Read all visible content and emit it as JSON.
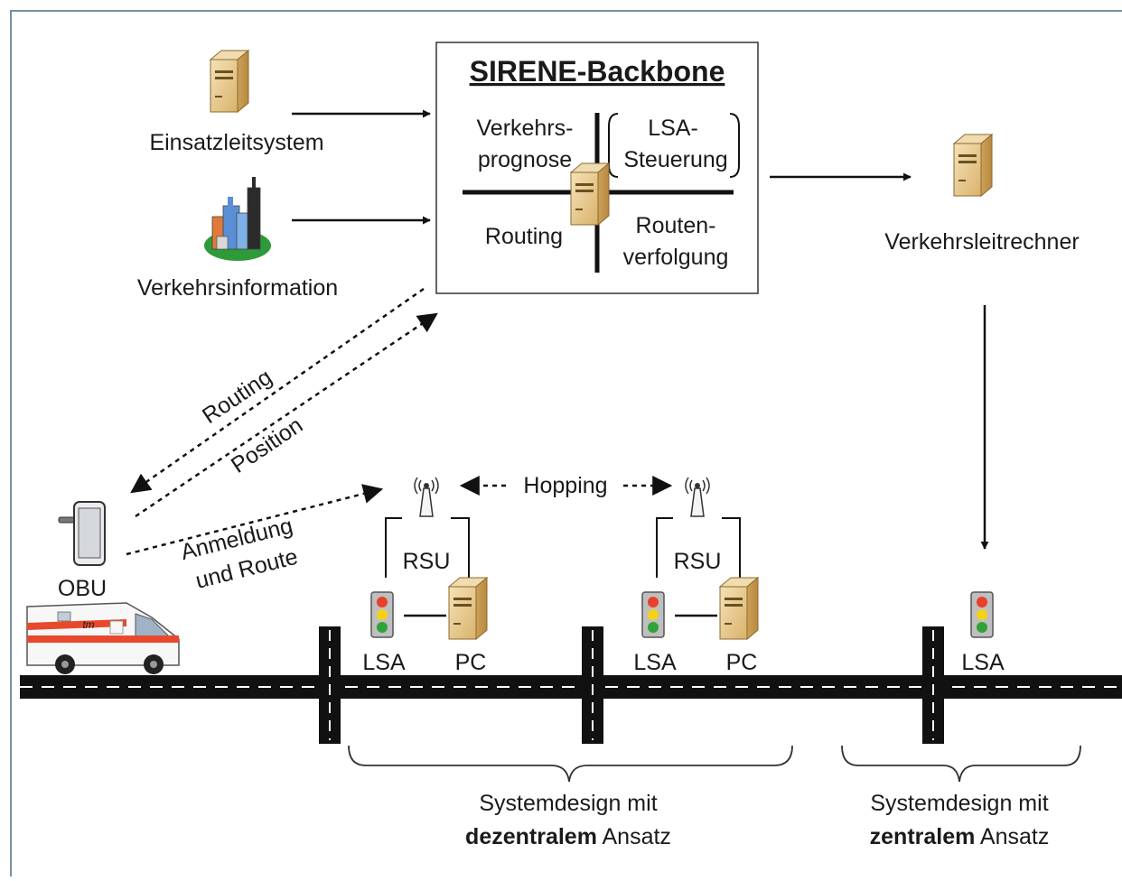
{
  "backbone": {
    "title": "SIRENE-Backbone",
    "q1_line1": "Verkehrs-",
    "q1_line2": "prognose",
    "q2_line1": "LSA-",
    "q2_line2": "Steuerung",
    "q3": "Routing",
    "q4_line1": "Routen-",
    "q4_line2": "verfolgung"
  },
  "sources": {
    "einsatz": "Einsatzleitsystem",
    "verkehrsinfo": "Verkehrsinformation"
  },
  "central": {
    "label": "Verkehrsleitrechner"
  },
  "links": {
    "routing": "Routing",
    "position": "Position",
    "anmeldung_line1": "Anmeldung",
    "anmeldung_line2": "und Route",
    "hopping": "Hopping"
  },
  "vehicle": {
    "obu": "OBU",
    "ambulance_logo": "tm"
  },
  "nodes": {
    "rsu": "RSU",
    "lsa": "LSA",
    "pc": "PC"
  },
  "captions": {
    "decentral_line1": "Systemdesign mit",
    "decentral_bold": "dezentralem",
    "decentral_rest": " Ansatz",
    "central_line1": "Systemdesign mit",
    "central_bold": "zentralem",
    "central_rest": " Ansatz"
  },
  "colors": {
    "frame": "#7a8fa0",
    "road": "#111111",
    "signal_red": "#e8402a",
    "signal_yellow": "#f2d21b",
    "signal_green": "#2fa33a",
    "server_body": "#e8c98a",
    "ambulance_stripe": "#e8492c"
  }
}
